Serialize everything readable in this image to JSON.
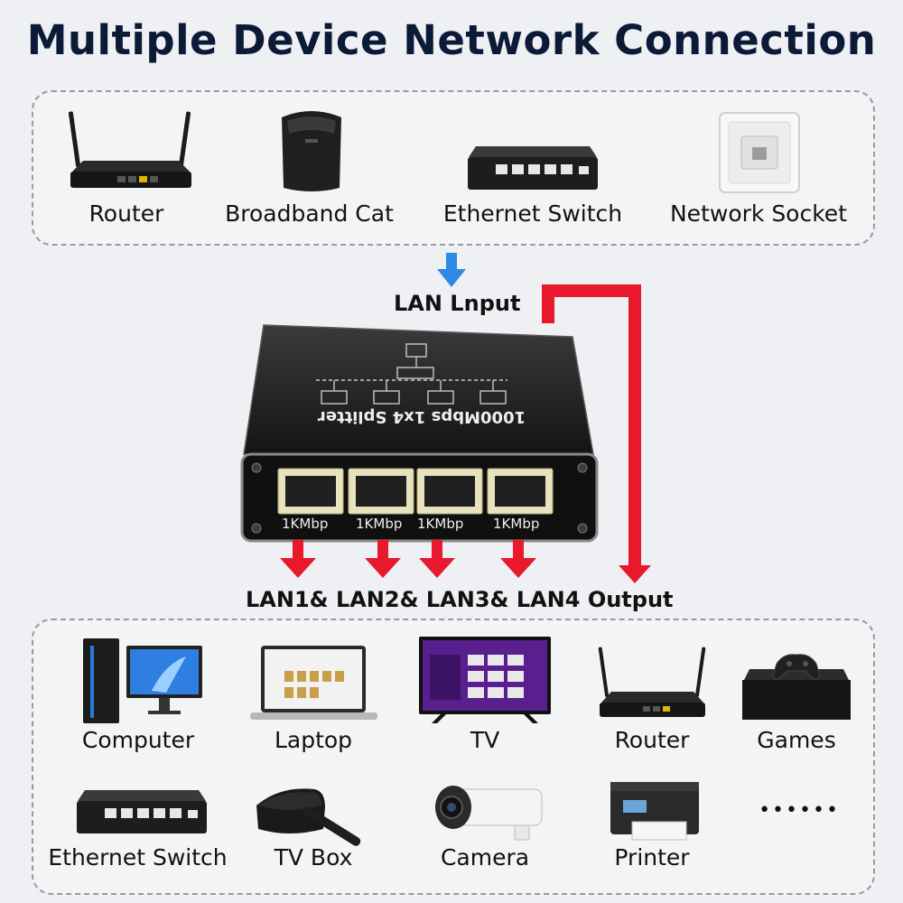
{
  "title": "Multiple Device Network Connection",
  "input_devices": [
    {
      "label": "Router",
      "icon": "router-icon"
    },
    {
      "label": "Broadband Cat",
      "icon": "modem-icon"
    },
    {
      "label": "Ethernet Switch",
      "icon": "switch-icon"
    },
    {
      "label": "Network Socket",
      "icon": "wall-socket-icon"
    }
  ],
  "input_label": "LAN Lnput",
  "splitter": {
    "name": "1000Mbps 1x4 Splitter",
    "port_labels": [
      "1KMbp",
      "1KMbp",
      "1KMbp",
      "1KMbp"
    ]
  },
  "output_label": "LAN1& LAN2& LAN3& LAN4 Output",
  "output_devices": [
    {
      "label": "Computer",
      "icon": "computer-icon"
    },
    {
      "label": "Laptop",
      "icon": "laptop-icon"
    },
    {
      "label": "TV",
      "icon": "tv-icon"
    },
    {
      "label": "Router",
      "icon": "router-icon"
    },
    {
      "label": "Games",
      "icon": "game-console-icon"
    },
    {
      "label": "Ethernet Switch",
      "icon": "switch-icon"
    },
    {
      "label": "TV Box",
      "icon": "tv-box-icon"
    },
    {
      "label": "Camera",
      "icon": "camera-icon"
    },
    {
      "label": "Printer",
      "icon": "printer-icon"
    },
    {
      "label": "••••••",
      "icon": "more-icon"
    }
  ],
  "colors": {
    "input_arrow": "#2b8ae6",
    "output_arrow": "#e8192c",
    "title": "#0b1a36"
  }
}
